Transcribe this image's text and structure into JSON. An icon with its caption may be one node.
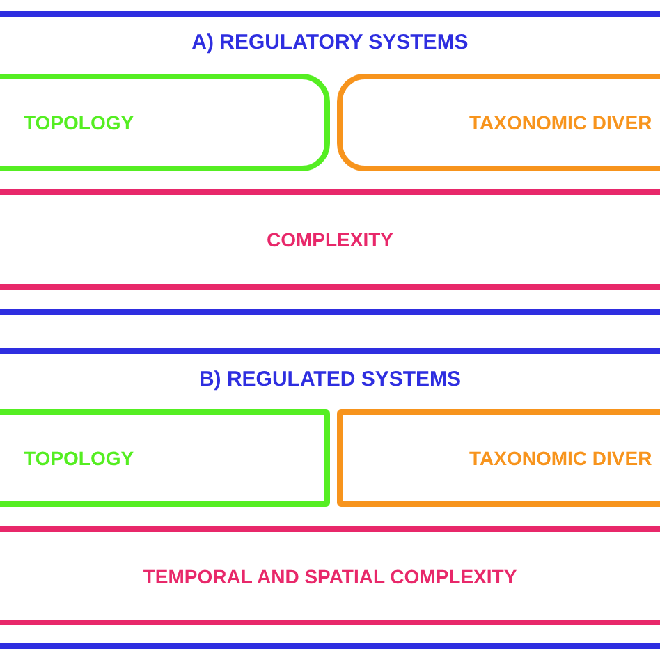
{
  "diagram": {
    "nodes": [
      {
        "text": [
          "A) REGULATORY SYSTEMS"
        ]
      },
      {
        "text": [
          "TOPOLOGY"
        ],
        "in": 0
      },
      {
        "text": [
          "TAXONOMIC DIVER"
        ],
        "in": 0
      },
      {
        "text": [
          "COMPLEXITY"
        ],
        "in": 0
      },
      {
        "text": [
          "B) REGULATED SYSTEMS"
        ]
      },
      {
        "text": [
          "TOPOLOGY"
        ],
        "in": 4
      },
      {
        "text": [
          "TAXONOMIC DIVER"
        ],
        "in": 4
      },
      {
        "text": [
          "TEMPORAL AND SPATIAL COMPLEXITY"
        ],
        "in": 4
      }
    ]
  }
}
